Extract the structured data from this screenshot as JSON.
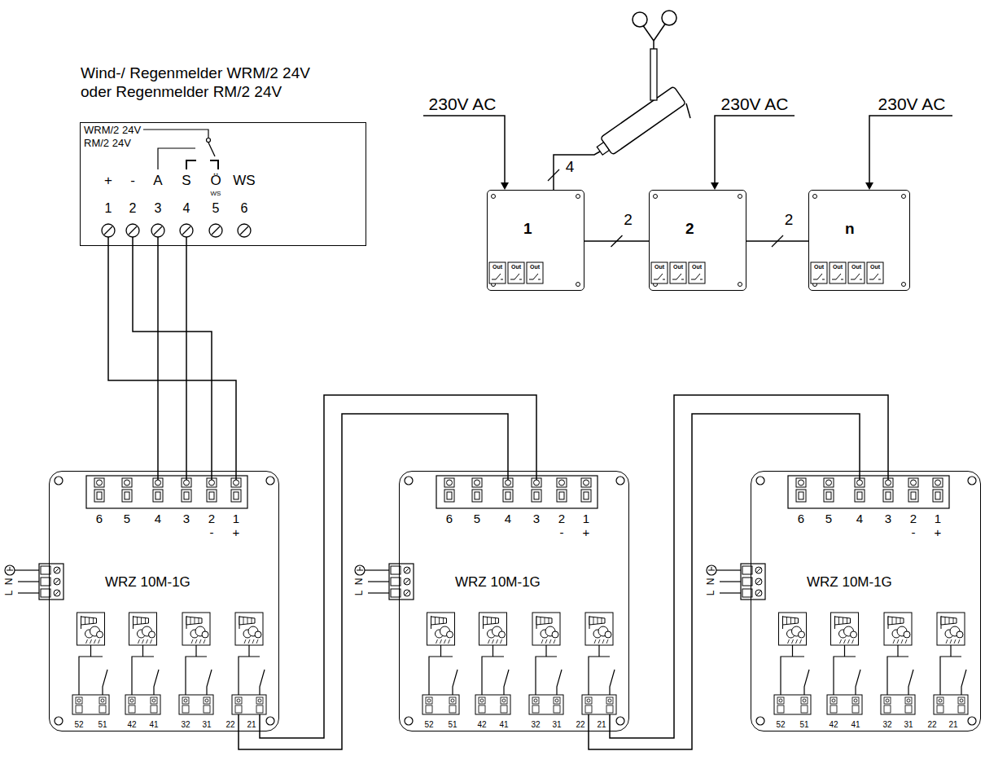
{
  "diagram": {
    "nodes": [
      {
        "text": [
          "Wind-/ Regenmelder WRM/2 24V oder Regenmelder RM/2 24V"
        ]
      },
      {
        "text": [
          "WRZ 10M-1G"
        ]
      },
      {
        "text": [
          "WRZ 10M-1G"
        ]
      },
      {
        "text": [
          "WRZ 10M-1G"
        ]
      },
      {
        "text": [
          "1"
        ]
      },
      {
        "text": [
          "2"
        ]
      },
      {
        "text": [
          "n"
        ]
      }
    ],
    "edges": [
      {
        "from": 0,
        "to": 1,
        "arrow": "none"
      },
      {
        "from": 0,
        "to": 1,
        "arrow": "none"
      },
      {
        "from": 0,
        "to": 1,
        "arrow": "none"
      },
      {
        "from": 0,
        "to": 1,
        "arrow": "none"
      },
      {
        "from": 1,
        "to": 2,
        "arrow": "none"
      },
      {
        "from": 1,
        "to": 2,
        "arrow": "none"
      },
      {
        "from": 2,
        "to": 3,
        "arrow": "none"
      },
      {
        "from": 2,
        "to": 3,
        "arrow": "none"
      },
      {
        "from": 4,
        "to": 5,
        "label": "2",
        "arrow": "none"
      },
      {
        "from": 5,
        "to": 6,
        "label": "2",
        "arrow": "none"
      }
    ],
    "labels": [
      "WRM/2 24V",
      "RM/2 24V",
      "+",
      "-",
      "A",
      "S",
      "Ö",
      "WS",
      "WS",
      "1",
      "2",
      "3",
      "4",
      "5",
      "6",
      "230V AC",
      "4",
      "230V AC",
      "230V AC",
      "Out",
      "Out",
      "Out",
      "Out",
      "Out",
      "Out",
      "Out",
      "Out",
      "Out",
      "Out",
      "N",
      "L",
      "6",
      "5",
      "4",
      "3",
      "2",
      "1",
      "-",
      "+",
      "52",
      "51",
      "42",
      "41",
      "32",
      "31",
      "22",
      "21",
      "N",
      "L",
      "6",
      "5",
      "4",
      "3",
      "2",
      "1",
      "-",
      "+",
      "52",
      "51",
      "42",
      "41",
      "32",
      "31",
      "22",
      "21",
      "N",
      "L",
      "6",
      "5",
      "4",
      "3",
      "2",
      "1",
      "-",
      "+",
      "52",
      "51",
      "42",
      "41",
      "32",
      "31",
      "22",
      "21"
    ]
  }
}
